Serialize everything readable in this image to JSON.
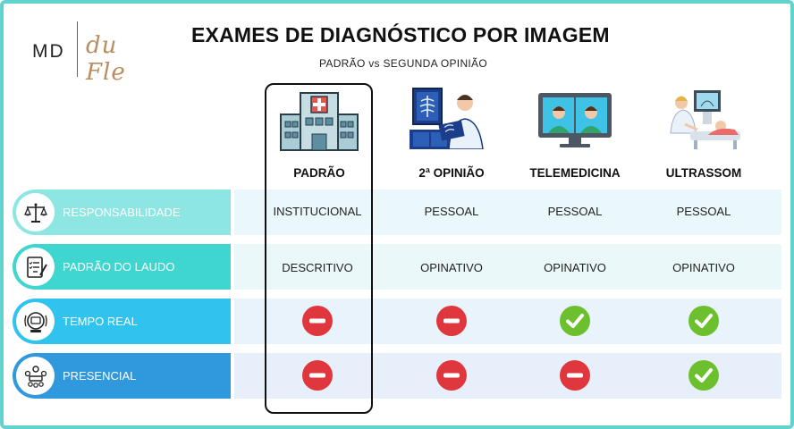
{
  "logo": {
    "initials": "MD",
    "script": "du Fle"
  },
  "title": "EXAMES DE DIAGNÓSTICO POR IMAGEM",
  "subtitle": "PADRÃO vs SEGUNDA OPINIÃO",
  "columns": [
    {
      "key": "padrao",
      "label": "PADRÃO",
      "icon": "hospital-icon",
      "highlighted": true
    },
    {
      "key": "segunda",
      "label": "2ª OPINIÃO",
      "icon": "radiologist-icon",
      "highlighted": false
    },
    {
      "key": "telemedicina",
      "label": "TELEMEDICINA",
      "icon": "telemedicine-monitor-icon",
      "highlighted": false
    },
    {
      "key": "ultrassom",
      "label": "ULTRASSOM",
      "icon": "ultrasound-exam-icon",
      "highlighted": false
    }
  ],
  "rows": [
    {
      "label": "RESPONSABILIDADE",
      "icon": "scales-icon",
      "color": "#8ee6e3",
      "values": [
        "INSTITUCIONAL",
        "PESSOAL",
        "PESSOAL",
        "PESSOAL"
      ]
    },
    {
      "label": "PADRÃO DO LAUDO",
      "icon": "report-checklist-icon",
      "color": "#3fd6cf",
      "values": [
        "DESCRITIVO",
        "OPINATIVO",
        "OPINATIVO",
        "OPINATIVO"
      ]
    },
    {
      "label": "TEMPO REAL",
      "icon": "realtime-monitor-icon",
      "color": "#2fc3ee",
      "marks": [
        "no",
        "no",
        "yes",
        "yes"
      ]
    },
    {
      "label": "PRESENCIAL",
      "icon": "meeting-people-icon",
      "color": "#3099dd",
      "marks": [
        "no",
        "no",
        "no",
        "yes"
      ]
    }
  ],
  "colors": {
    "frame": "#5fd3cc",
    "yes": "#6cbf2d",
    "no": "#e0363d",
    "logo_script": "#b98d5f"
  }
}
